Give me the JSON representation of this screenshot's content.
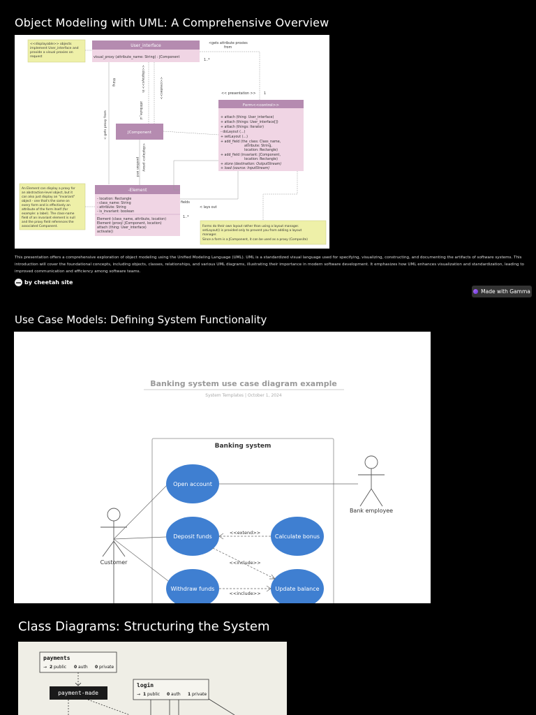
{
  "section1": {
    "title": "Object Modeling with UML: A Comprehensive Overview",
    "diagram": {
      "note_top": [
        "<<displayable>> objects",
        "implement User_interface and",
        "provide a visual proxies on",
        "request"
      ],
      "ui_class": "User_interface",
      "ui_method": "visual_proxy (attribute_name: String) : JComponent",
      "gets_attr": [
        "<gets attribute proxies",
        "from"
      ],
      "mult_1star_top": "1..*",
      "presentation": "<< presentation >>",
      "one_a": "1",
      "thing": "thing",
      "gets_proxy": "< gets proxy from",
      "creates": "<<creates>>",
      "displays_in": "<<displays>> in",
      "attribute_ui": "attribute_ui",
      "control": "<<control>>",
      "form_class": "Form<<control>>",
      "form_methods": [
        "+ attach (thing: User_interface)",
        "+ attach (things: User_interface[])",
        "+ attach (things: Iterator)",
        "- doLayout (...)",
        "+ setLayout (...)",
        "+ add_field (the_class: Class_name,",
        "attribute: String,",
        "location: Rectangle)",
        "+ add_field (invariant: JComponent,",
        "location: Rectangle)",
        "+ store (destination: OutputStream)",
        "+ load (source: InputStream)"
      ],
      "jcomponent": "JComponent",
      "displays_proxy": "<displays> proxy",
      "position_and": "position and",
      "element_class": "-Element",
      "element_attrs": [
        "- location: Rectangle",
        "- class_name: String",
        "- attribute: String",
        "- is_invariant: boolean"
      ],
      "element_methods": [
        "Element (class_name, attribute, location)",
        "Element (proxy: JComponent, location)",
        "attach (thing: User_interface)",
        "activate()"
      ],
      "fields": "fields",
      "lays_out": "< lays out",
      "mult_1star_bottom": "1..*",
      "note_left": [
        "An Element can display a proxy for",
        "an abstraction-level object, but it",
        "can also just display an \"invariant\"",
        "object - one that's the same on",
        "every form and is effectively an",
        "attribute of the form itself (for",
        "example: a label). The class-name",
        "field of an invariant element is null",
        "and the proxy field references the",
        "associated Component."
      ],
      "note_right": [
        "Forms do their own layout rather than using a layout manager.",
        "setLayout() is provided only to prevent you from adding a layout",
        "manager.",
        "Since a form is a JComponent, it can be used as a proxy (Composite)"
      ]
    },
    "description": "This presentation offers a comprehensive exploration of object modeling using the Unified Modeling Language (UML). UML is a standardized visual language used for specifying, visualizing, constructing, and documenting the artifacts of software systems. This introduction will cover the foundational concepts, including objects, classes, relationships, and various UML diagrams, illustrating their importance in modern software development. It emphasizes how UML enhances visualization and standardization, leading to improved communication and efficiency among software teams.",
    "author": "by cheetah site",
    "badge": "Made with Gamma"
  },
  "section2": {
    "title": "Use Case Models: Defining System Functionality",
    "diagram": {
      "title": "Banking system use case diagram example",
      "subtitle": "System Templates  |  October 1, 2024",
      "boundary": "Banking system",
      "open_account": "Open account",
      "deposit": "Deposit funds",
      "withdraw": "Withdraw funds",
      "bonus": "Calculate bonus",
      "update": "Update balance",
      "extend": "<<extend>>",
      "include1": "<<include>>",
      "include2": "<<include>>",
      "customer": "Customer",
      "employee": "Bank employee"
    }
  },
  "section3": {
    "title": "Class Diagrams: Structuring the System",
    "diagram": {
      "payments": "payments",
      "payments_public": "2",
      "payments_public_label": "public",
      "payments_auth": "0",
      "payments_auth_label": "auth",
      "payments_private": "0",
      "payments_private_label": "private",
      "event": "payment-made",
      "login": "login",
      "login_public": "1",
      "login_public_label": "public",
      "login_auth": "0",
      "login_auth_label": "auth",
      "login_private": "1",
      "login_private_label": "private"
    }
  },
  "colors": {
    "background": "#000000",
    "class_header": "#b58bb0",
    "class_body": "#f0d5e4",
    "note": "#eef0a8",
    "usecase": "#3f7fd1",
    "class_diagram_bg": "#efeee6"
  }
}
